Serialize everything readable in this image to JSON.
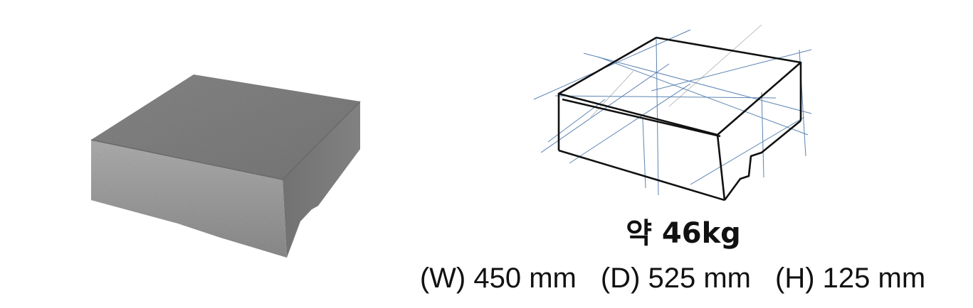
{
  "product": {
    "photo_icon": "concrete-block-photo",
    "sketch_icon": "block-line-sketch",
    "weight": "약 46kg",
    "dimensions": {
      "width": "(W) 450 mm",
      "depth": "(D) 525 mm",
      "height": "(H) 125 mm"
    }
  },
  "colors": {
    "concrete_top": "#8e8e8e",
    "concrete_face": "#a7a7a7",
    "sketch_line": "#111111",
    "guide_line": "#3f6fa6"
  }
}
